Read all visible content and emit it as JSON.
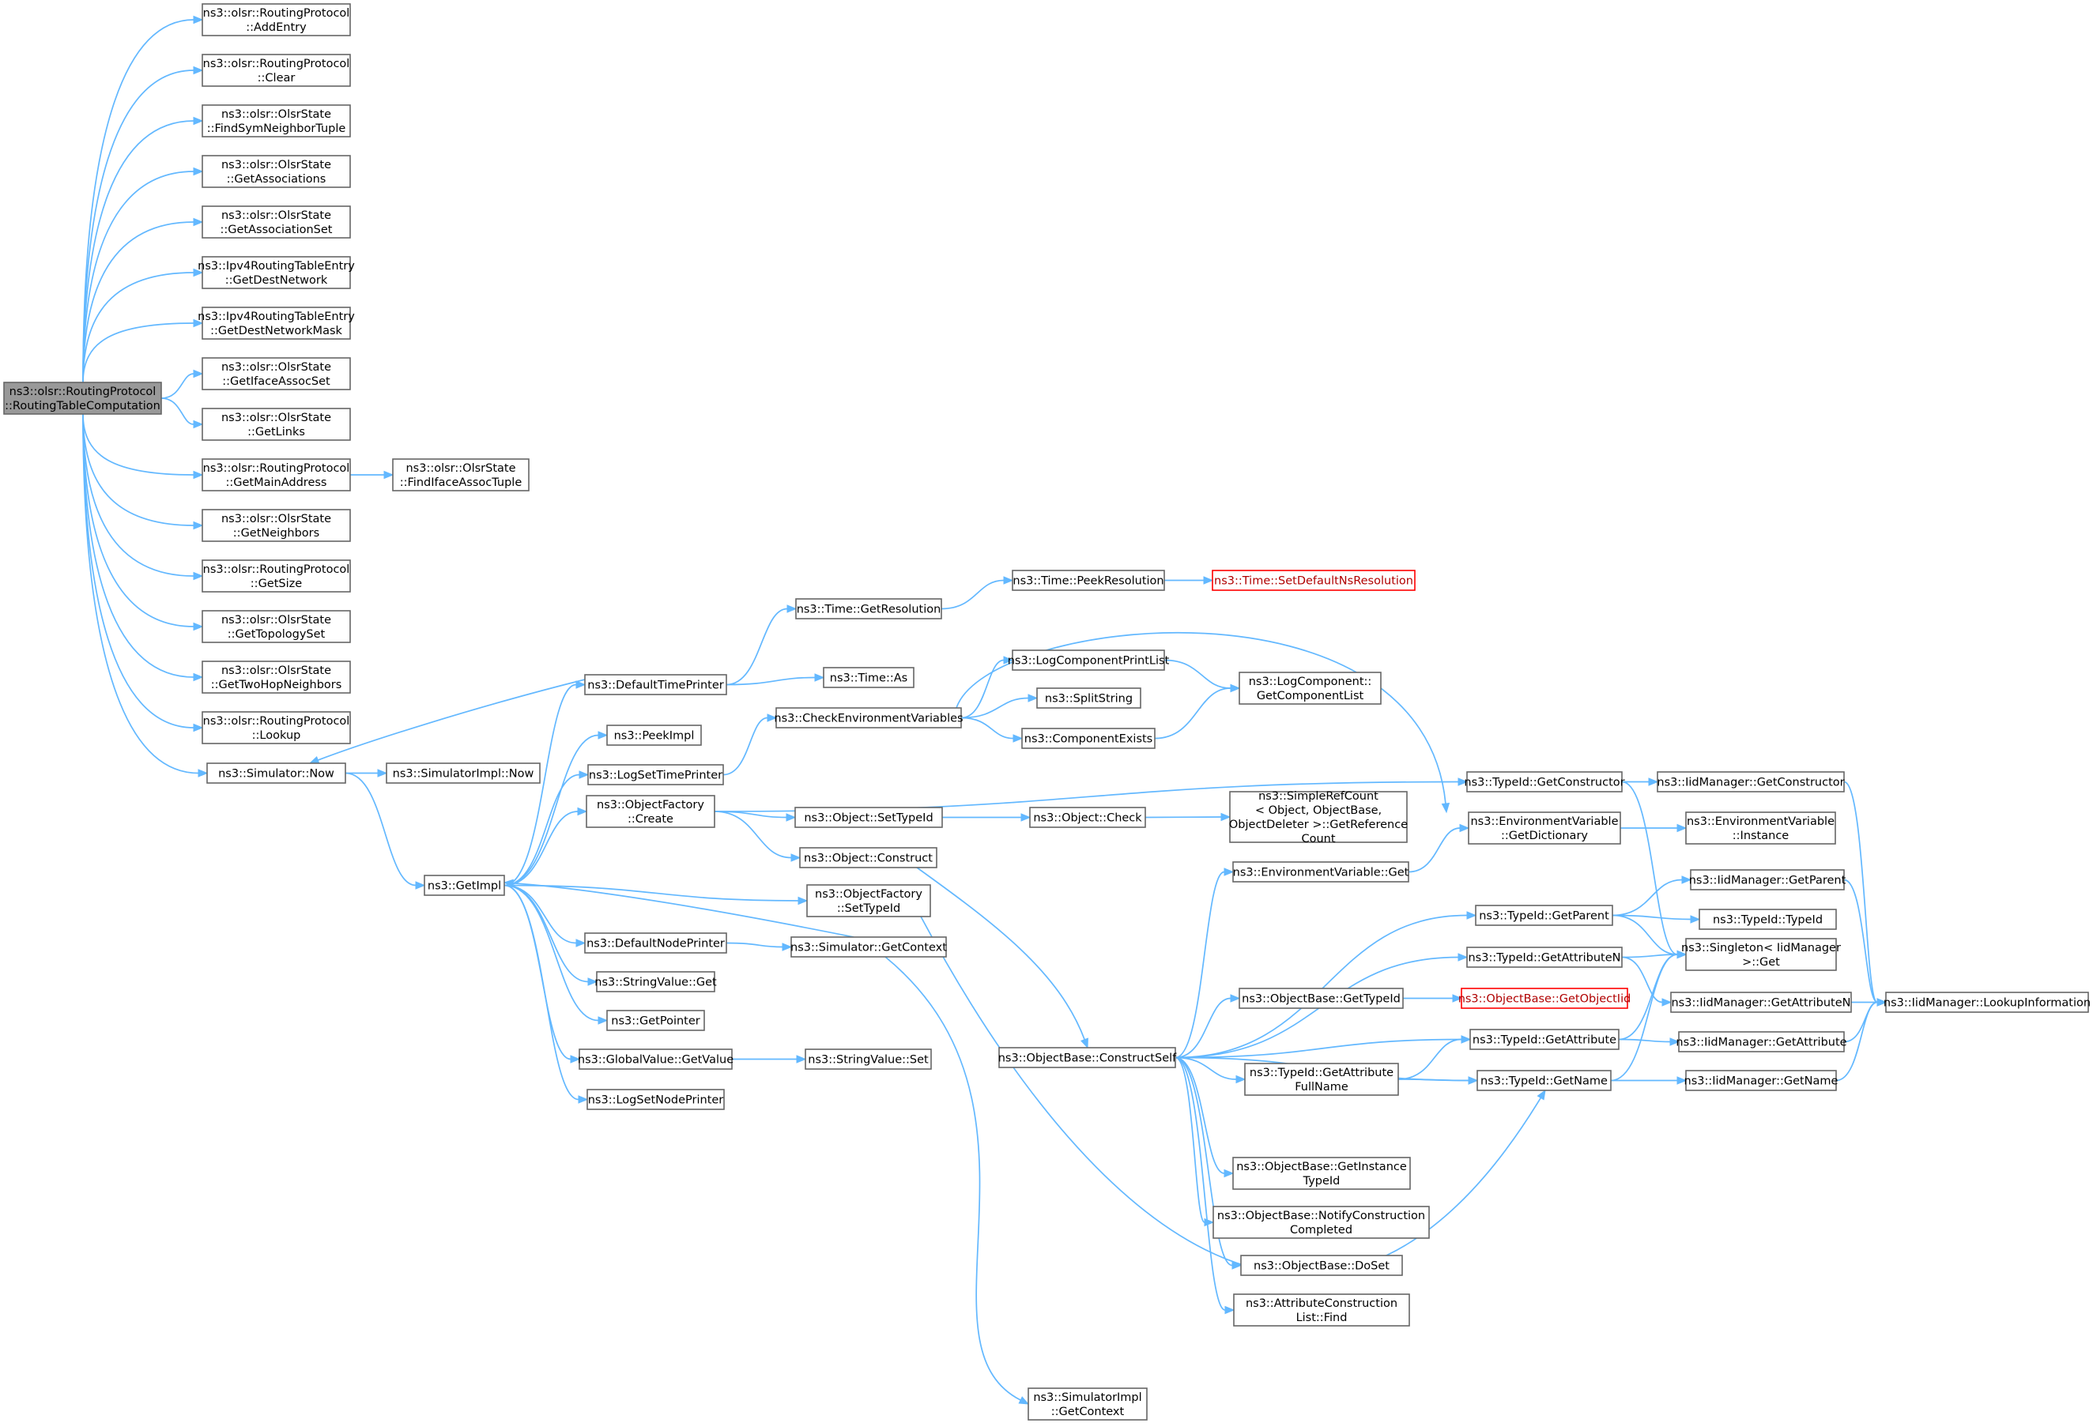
{
  "nodes": [
    {
      "id": "n0",
      "lines": [
        "ns3::olsr::RoutingProtocol",
        "::RoutingTableComputation"
      ],
      "root": true
    },
    {
      "id": "n1",
      "lines": [
        "ns3::olsr::RoutingProtocol",
        "::AddEntry"
      ]
    },
    {
      "id": "n2",
      "lines": [
        "ns3::olsr::RoutingProtocol",
        "::Clear"
      ]
    },
    {
      "id": "n3",
      "lines": [
        "ns3::olsr::OlsrState",
        "::FindSymNeighborTuple"
      ]
    },
    {
      "id": "n4",
      "lines": [
        "ns3::olsr::OlsrState",
        "::GetAssociations"
      ]
    },
    {
      "id": "n5",
      "lines": [
        "ns3::olsr::OlsrState",
        "::GetAssociationSet"
      ]
    },
    {
      "id": "n6",
      "lines": [
        "ns3::Ipv4RoutingTableEntry",
        "::GetDestNetwork"
      ]
    },
    {
      "id": "n7",
      "lines": [
        "ns3::Ipv4RoutingTableEntry",
        "::GetDestNetworkMask"
      ]
    },
    {
      "id": "n8",
      "lines": [
        "ns3::olsr::OlsrState",
        "::GetIfaceAssocSet"
      ]
    },
    {
      "id": "n9",
      "lines": [
        "ns3::olsr::OlsrState",
        "::GetLinks"
      ]
    },
    {
      "id": "n10",
      "lines": [
        "ns3::olsr::RoutingProtocol",
        "::GetMainAddress"
      ]
    },
    {
      "id": "n11",
      "lines": [
        "ns3::olsr::OlsrState",
        "::FindIfaceAssocTuple"
      ]
    },
    {
      "id": "n12",
      "lines": [
        "ns3::olsr::OlsrState",
        "::GetNeighbors"
      ]
    },
    {
      "id": "n13",
      "lines": [
        "ns3::olsr::RoutingProtocol",
        "::GetSize"
      ]
    },
    {
      "id": "n14",
      "lines": [
        "ns3::olsr::OlsrState",
        "::GetTopologySet"
      ]
    },
    {
      "id": "n15",
      "lines": [
        "ns3::olsr::OlsrState",
        "::GetTwoHopNeighbors"
      ]
    },
    {
      "id": "n16",
      "lines": [
        "ns3::olsr::RoutingProtocol",
        "::Lookup"
      ]
    },
    {
      "id": "n17",
      "lines": [
        "ns3::Simulator::Now"
      ]
    },
    {
      "id": "n18",
      "lines": [
        "ns3::SimulatorImpl::Now"
      ]
    },
    {
      "id": "n19",
      "lines": [
        "ns3::GetImpl"
      ]
    },
    {
      "id": "n20",
      "lines": [
        "ns3::DefaultTimePrinter"
      ]
    },
    {
      "id": "n21",
      "lines": [
        "ns3::Time::GetResolution"
      ]
    },
    {
      "id": "n22",
      "lines": [
        "ns3::Time::PeekResolution"
      ]
    },
    {
      "id": "n23",
      "lines": [
        "ns3::Time::SetDefaultNsResolution"
      ],
      "trunc": true
    },
    {
      "id": "n24",
      "lines": [
        "ns3::Time::As"
      ]
    },
    {
      "id": "n25",
      "lines": [
        "ns3::PeekImpl"
      ]
    },
    {
      "id": "n26",
      "lines": [
        "ns3::LogSetTimePrinter"
      ]
    },
    {
      "id": "n27",
      "lines": [
        "ns3::CheckEnvironmentVariables"
      ]
    },
    {
      "id": "n28",
      "lines": [
        "ns3::LogComponentPrintList"
      ]
    },
    {
      "id": "n29",
      "lines": [
        "ns3::SplitString"
      ]
    },
    {
      "id": "n30",
      "lines": [
        "ns3::ComponentExists"
      ]
    },
    {
      "id": "n31",
      "lines": [
        "ns3::LogComponent::",
        "GetComponentList"
      ]
    },
    {
      "id": "n32",
      "lines": [
        "ns3::ObjectFactory",
        "::Create"
      ]
    },
    {
      "id": "n33",
      "lines": [
        "ns3::Object::SetTypeId"
      ]
    },
    {
      "id": "n34",
      "lines": [
        "ns3::Object::Check"
      ]
    },
    {
      "id": "n35",
      "lines": [
        "ns3::SimpleRefCount",
        "< Object, ObjectBase,",
        "ObjectDeleter >::GetReference",
        "Count"
      ]
    },
    {
      "id": "n36",
      "lines": [
        "ns3::Object::Construct"
      ]
    },
    {
      "id": "n37",
      "lines": [
        "ns3::ObjectFactory",
        "::SetTypeId"
      ]
    },
    {
      "id": "n38",
      "lines": [
        "ns3::DefaultNodePrinter"
      ]
    },
    {
      "id": "n39",
      "lines": [
        "ns3::Simulator::GetContext"
      ]
    },
    {
      "id": "n40",
      "lines": [
        "ns3::StringValue::Get"
      ]
    },
    {
      "id": "n41",
      "lines": [
        "ns3::GetPointer"
      ]
    },
    {
      "id": "n42",
      "lines": [
        "ns3::GlobalValue::GetValue"
      ]
    },
    {
      "id": "n43",
      "lines": [
        "ns3::StringValue::Set"
      ]
    },
    {
      "id": "n44",
      "lines": [
        "ns3::LogSetNodePrinter"
      ]
    },
    {
      "id": "n45",
      "lines": [
        "ns3::SimulatorImpl",
        "::GetContext"
      ]
    },
    {
      "id": "n46",
      "lines": [
        "ns3::ObjectBase::ConstructSelf"
      ]
    },
    {
      "id": "n47",
      "lines": [
        "ns3::EnvironmentVariable::Get"
      ]
    },
    {
      "id": "n48",
      "lines": [
        "ns3::EnvironmentVariable",
        "::GetDictionary"
      ]
    },
    {
      "id": "n49",
      "lines": [
        "ns3::EnvironmentVariable",
        "::Instance"
      ]
    },
    {
      "id": "n50",
      "lines": [
        "ns3::TypeId::GetConstructor"
      ]
    },
    {
      "id": "n51",
      "lines": [
        "ns3::IidManager::GetConstructor"
      ]
    },
    {
      "id": "n52",
      "lines": [
        "ns3::ObjectBase::GetTypeId"
      ]
    },
    {
      "id": "n53",
      "lines": [
        "ns3::ObjectBase::GetObjectIid"
      ],
      "trunc": true
    },
    {
      "id": "n54",
      "lines": [
        "ns3::TypeId::GetParent"
      ]
    },
    {
      "id": "n55",
      "lines": [
        "ns3::IidManager::GetParent"
      ]
    },
    {
      "id": "n56",
      "lines": [
        "ns3::TypeId::TypeId"
      ]
    },
    {
      "id": "n57",
      "lines": [
        "ns3::TypeId::GetAttributeN"
      ]
    },
    {
      "id": "n58",
      "lines": [
        "ns3::Singleton< IidManager",
        ">::Get"
      ]
    },
    {
      "id": "n59",
      "lines": [
        "ns3::IidManager::GetAttributeN"
      ]
    },
    {
      "id": "n60",
      "lines": [
        "ns3::IidManager::LookupInformation"
      ]
    },
    {
      "id": "n61",
      "lines": [
        "ns3::TypeId::GetAttribute"
      ]
    },
    {
      "id": "n62",
      "lines": [
        "ns3::IidManager::GetAttribute"
      ]
    },
    {
      "id": "n63",
      "lines": [
        "ns3::TypeId::GetAttribute",
        "FullName"
      ]
    },
    {
      "id": "n64",
      "lines": [
        "ns3::TypeId::GetName"
      ]
    },
    {
      "id": "n65",
      "lines": [
        "ns3::IidManager::GetName"
      ]
    },
    {
      "id": "n66",
      "lines": [
        "ns3::ObjectBase::GetInstance",
        "TypeId"
      ]
    },
    {
      "id": "n67",
      "lines": [
        "ns3::ObjectBase::NotifyConstruction",
        "Completed"
      ]
    },
    {
      "id": "n68",
      "lines": [
        "ns3::ObjectBase::DoSet"
      ]
    },
    {
      "id": "n69",
      "lines": [
        "ns3::AttributeConstruction",
        "List::Find"
      ]
    }
  ],
  "edges": [
    [
      "n0",
      "n1"
    ],
    [
      "n0",
      "n2"
    ],
    [
      "n0",
      "n3"
    ],
    [
      "n0",
      "n4"
    ],
    [
      "n0",
      "n5"
    ],
    [
      "n0",
      "n6"
    ],
    [
      "n0",
      "n7"
    ],
    [
      "n0",
      "n8"
    ],
    [
      "n0",
      "n9"
    ],
    [
      "n0",
      "n10"
    ],
    [
      "n0",
      "n12"
    ],
    [
      "n0",
      "n13"
    ],
    [
      "n0",
      "n14"
    ],
    [
      "n0",
      "n15"
    ],
    [
      "n0",
      "n16"
    ],
    [
      "n0",
      "n17"
    ],
    [
      "n10",
      "n11"
    ],
    [
      "n17",
      "n18"
    ],
    [
      "n17",
      "n19"
    ],
    [
      "n20",
      "n17"
    ],
    [
      "n19",
      "n20"
    ],
    [
      "n19",
      "n25"
    ],
    [
      "n19",
      "n26"
    ],
    [
      "n19",
      "n32"
    ],
    [
      "n19",
      "n37"
    ],
    [
      "n19",
      "n38"
    ],
    [
      "n19",
      "n40"
    ],
    [
      "n19",
      "n41"
    ],
    [
      "n19",
      "n42"
    ],
    [
      "n19",
      "n44"
    ],
    [
      "n39",
      "n19"
    ],
    [
      "n20",
      "n21"
    ],
    [
      "n20",
      "n24"
    ],
    [
      "n21",
      "n22"
    ],
    [
      "n22",
      "n23"
    ],
    [
      "n26",
      "n27"
    ],
    [
      "n27",
      "n28"
    ],
    [
      "n27",
      "n29"
    ],
    [
      "n27",
      "n30"
    ],
    [
      "n27",
      "n48"
    ],
    [
      "n28",
      "n31"
    ],
    [
      "n30",
      "n31"
    ],
    [
      "n32",
      "n33"
    ],
    [
      "n32",
      "n36"
    ],
    [
      "n32",
      "n50"
    ],
    [
      "n33",
      "n34"
    ],
    [
      "n34",
      "n35"
    ],
    [
      "n36",
      "n46"
    ],
    [
      "n37",
      "n64"
    ],
    [
      "n38",
      "n39"
    ],
    [
      "n39",
      "n45"
    ],
    [
      "n42",
      "n43"
    ],
    [
      "n46",
      "n47"
    ],
    [
      "n46",
      "n54"
    ],
    [
      "n46",
      "n57"
    ],
    [
      "n46",
      "n52"
    ],
    [
      "n46",
      "n61"
    ],
    [
      "n46",
      "n63"
    ],
    [
      "n46",
      "n64"
    ],
    [
      "n46",
      "n66"
    ],
    [
      "n46",
      "n67"
    ],
    [
      "n46",
      "n68"
    ],
    [
      "n46",
      "n69"
    ],
    [
      "n47",
      "n48"
    ],
    [
      "n48",
      "n49"
    ],
    [
      "n50",
      "n51"
    ],
    [
      "n50",
      "n58"
    ],
    [
      "n51",
      "n60"
    ],
    [
      "n52",
      "n53"
    ],
    [
      "n54",
      "n55"
    ],
    [
      "n54",
      "n56"
    ],
    [
      "n54",
      "n58"
    ],
    [
      "n55",
      "n60"
    ],
    [
      "n57",
      "n58"
    ],
    [
      "n57",
      "n59"
    ],
    [
      "n59",
      "n60"
    ],
    [
      "n61",
      "n58"
    ],
    [
      "n61",
      "n62"
    ],
    [
      "n62",
      "n60"
    ],
    [
      "n63",
      "n61"
    ],
    [
      "n63",
      "n64"
    ],
    [
      "n64",
      "n58"
    ],
    [
      "n64",
      "n65"
    ],
    [
      "n65",
      "n60"
    ]
  ]
}
